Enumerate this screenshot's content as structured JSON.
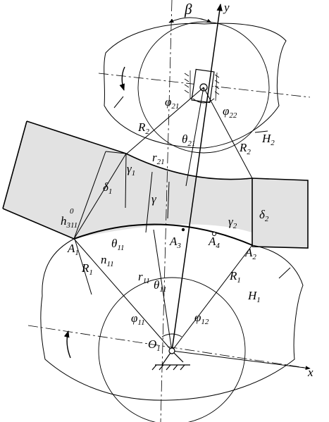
{
  "diagram": {
    "labels": {
      "beta": "β",
      "y_axis": "y",
      "x_axis": "x",
      "phi21": "φ",
      "phi21_sub": "21",
      "phi22": "φ",
      "phi22_sub": "22",
      "R2_left": "R",
      "R2_left_sub": "2",
      "theta21": "θ",
      "theta21_sub": "21",
      "H2": "H",
      "H2_sub": "2",
      "r21": "r",
      "r21_sub": "21",
      "R2_right": "R",
      "R2_right_sub": "2",
      "delta1": "δ",
      "delta1_sub": "1",
      "gamma1": "γ",
      "gamma1_sub": "1",
      "gamma": "γ",
      "delta2": "δ",
      "delta2_sub": "2",
      "h311": "h",
      "h311_sub": "311",
      "h311_sup": "0",
      "gamma2": "γ",
      "gamma2_sub": "2",
      "A1": "A",
      "A1_sub": "1",
      "theta11_a": "θ",
      "theta11_a_sub": "11",
      "A3": "A",
      "A3_sub": "3",
      "A4": "A",
      "A4_sub": "4",
      "A2": "A",
      "A2_sub": "2",
      "n11": "n",
      "n11_sub": "11",
      "R1_left": "R",
      "R1_left_sub": "1",
      "r11": "r",
      "r11_sub": "11",
      "theta11_b": "θ",
      "theta11_b_sub": "11",
      "R1_right": "R",
      "R1_right_sub": "1",
      "H1": "H",
      "H1_sub": "1",
      "phi11": "φ",
      "phi11_sub": "11",
      "phi12": "φ",
      "phi12_sub": "12",
      "O1": "O",
      "O1_sub": "1"
    }
  }
}
